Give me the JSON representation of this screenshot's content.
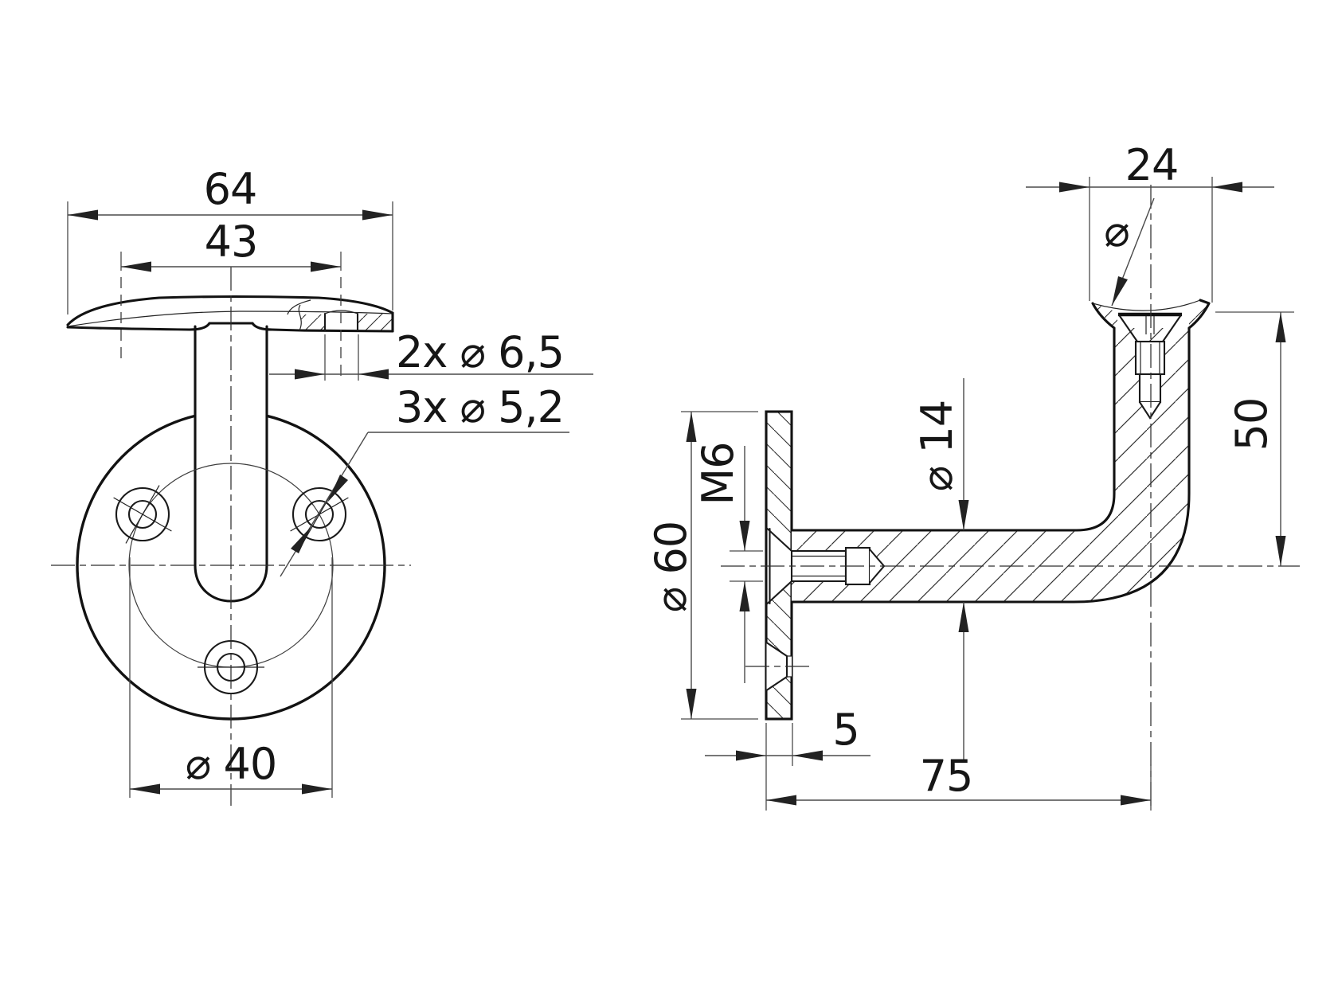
{
  "meta": {
    "type": "technical-drawing",
    "subject": "handrail wall bracket - two orthographic views with section hatching",
    "background": "#ffffff",
    "line_color": "#141414",
    "dim_color": "#4a4a4a"
  },
  "front": {
    "dims": {
      "overall_width": "64",
      "hole_spacing": "43",
      "saddle_holes": "2x ⌀ 6,5",
      "base_holes": "3x ⌀ 5,2",
      "bolt_circle": "⌀ 40"
    }
  },
  "side": {
    "dims": {
      "saddle_width": "24",
      "saddle_dia_symbol": "⌀",
      "height_to_axis": "50",
      "arm_dia": "⌀ 14",
      "screw_thread": "M6",
      "plate_dia": "⌀ 60",
      "plate_thickness": "5",
      "wall_projection": "75"
    }
  }
}
